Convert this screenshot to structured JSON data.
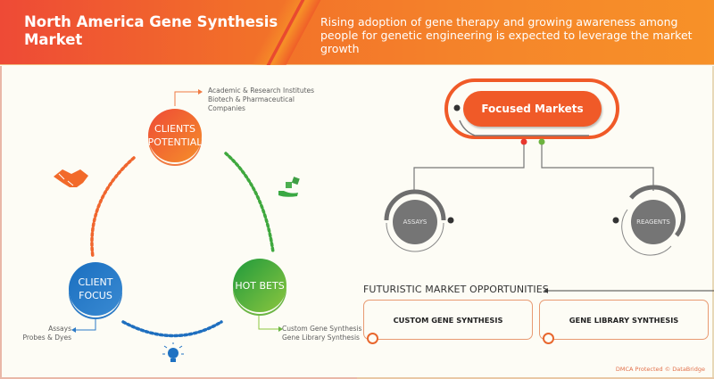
{
  "header": {
    "title": "North America Gene Synthesis Market",
    "tagline": "Rising adoption of gene therapy and growing awareness  among people for genetic engineering  is expected to leverage the market growth",
    "colors": {
      "gradient_start": "#ee4a36",
      "gradient_end": "#f79128"
    }
  },
  "cycle": {
    "clients_potential": {
      "label": "CLIENTS POTENTIAL",
      "color": "#f05a28",
      "notes": [
        "Academic & Research Institutes",
        "Biotech & Pharmaceutical",
        "Companies"
      ]
    },
    "client_focus": {
      "label": "CLIENT FOCUS",
      "color": "#1f72c2",
      "notes": [
        "Assays",
        "Probes & Dyes"
      ]
    },
    "hot_bets": {
      "label": "HOT BETS",
      "color": "#3aa843",
      "notes": [
        "Custom Gene Synthesis",
        "Gene Library Synthesis"
      ]
    },
    "icons": [
      "handshake-icon",
      "money-hand-icon",
      "lightbulb-icon"
    ]
  },
  "focused_markets": {
    "title": "Focused Markets",
    "color": "#f05a28",
    "items": [
      "ASSAYS",
      "REAGENTS"
    ]
  },
  "opportunities": {
    "title": "FUTURISTIC MARKET OPPORTUNITIES",
    "items": [
      "CUSTOM GENE SYNTHESIS",
      "GENE LIBRARY SYNTHESIS"
    ]
  },
  "footer": {
    "watermark": "DMCA Protected © DataBridge"
  }
}
